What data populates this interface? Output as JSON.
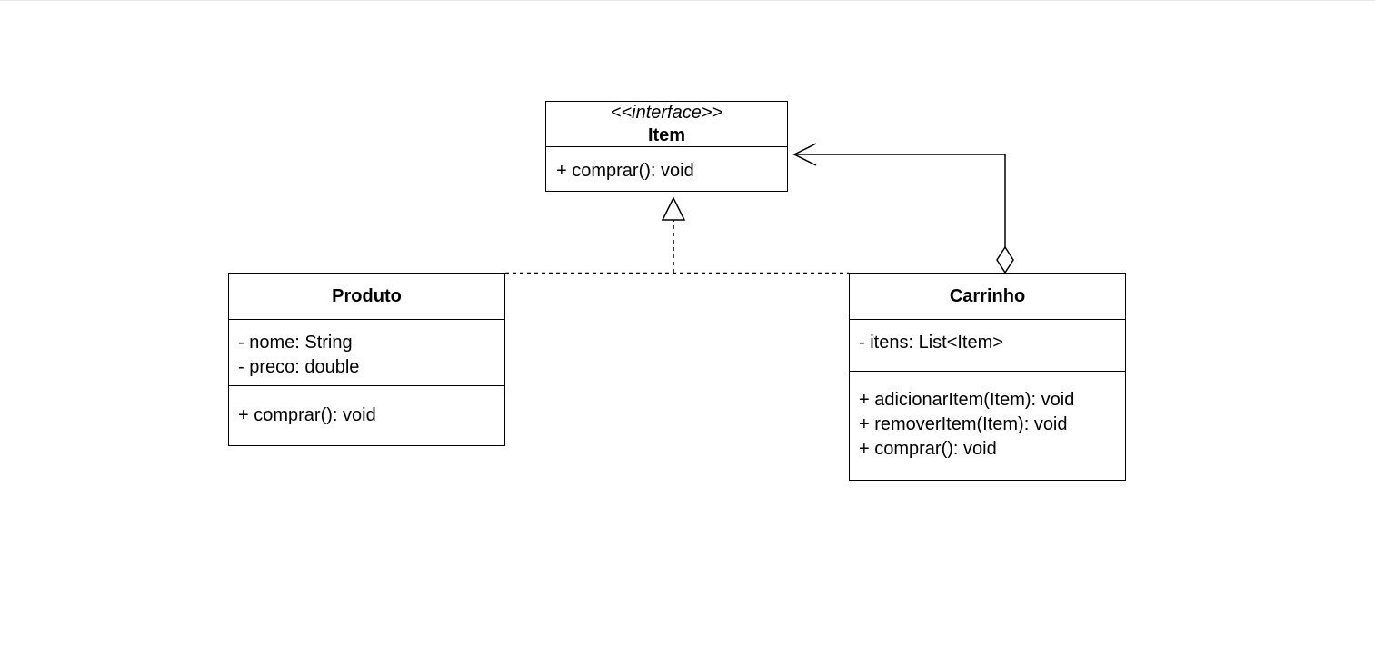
{
  "diagram": {
    "type": "uml-class-diagram",
    "classes": {
      "item": {
        "stereotype": "<<interface>>",
        "name": "Item",
        "operations": [
          "+ comprar(): void"
        ]
      },
      "produto": {
        "name": "Produto",
        "attributes": [
          "- nome: String",
          "- preco: double"
        ],
        "operations": [
          "+ comprar(): void"
        ]
      },
      "carrinho": {
        "name": "Carrinho",
        "attributes": [
          "- itens: List<Item>"
        ],
        "operations": [
          "+ adicionarItem(Item): void",
          "+ removerItem(Item): void",
          "+ comprar(): void"
        ]
      }
    },
    "relationships": [
      {
        "from": "Produto",
        "to": "Item",
        "kind": "realization"
      },
      {
        "from": "Carrinho",
        "to": "Item",
        "kind": "realization"
      },
      {
        "from": "Carrinho",
        "to": "Item",
        "kind": "aggregation"
      }
    ]
  },
  "colors": {
    "stroke": "#000000",
    "background": "#ffffff"
  }
}
